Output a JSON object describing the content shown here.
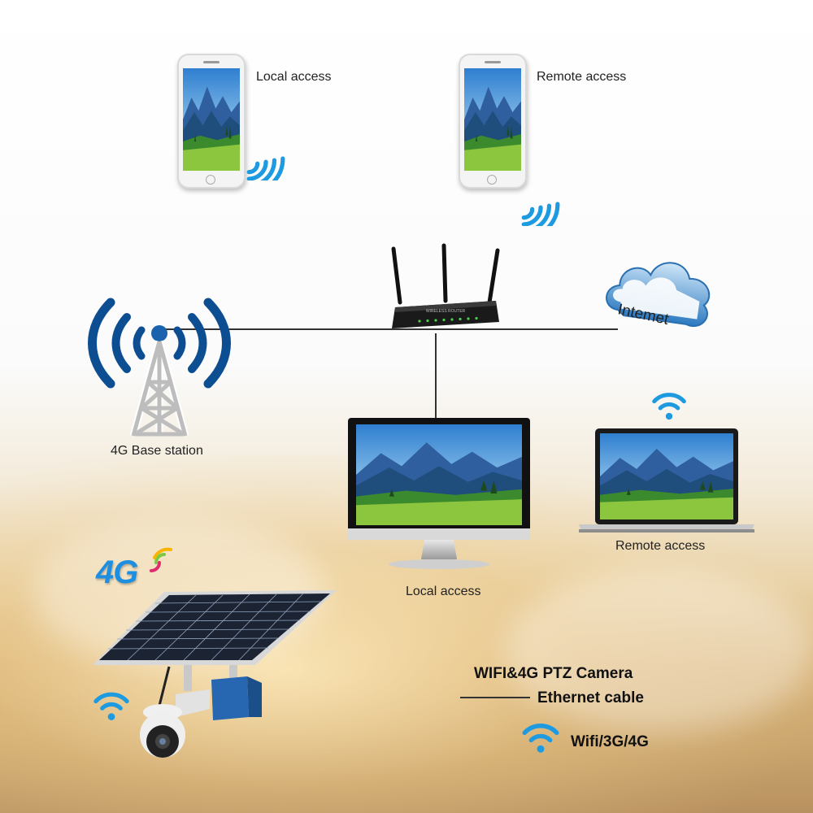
{
  "labels": {
    "phone_local": "Local access",
    "phone_remote": "Remote access",
    "cloud": "Intemet",
    "base_station": "4G Base station",
    "monitor": "Local access",
    "laptop": "Remote access",
    "four_g": "4G"
  },
  "legend": {
    "camera": "WIFI&4G PTZ Camera",
    "ethernet": "Ethernet cable",
    "wireless": "Wifi/3G/4G"
  },
  "router_label": "WIRELESS ROUTER",
  "colors": {
    "wifi_blue": "#1e9be0",
    "dark_blue": "#0d4e93",
    "cloud_blue": "#6fb3e0"
  }
}
